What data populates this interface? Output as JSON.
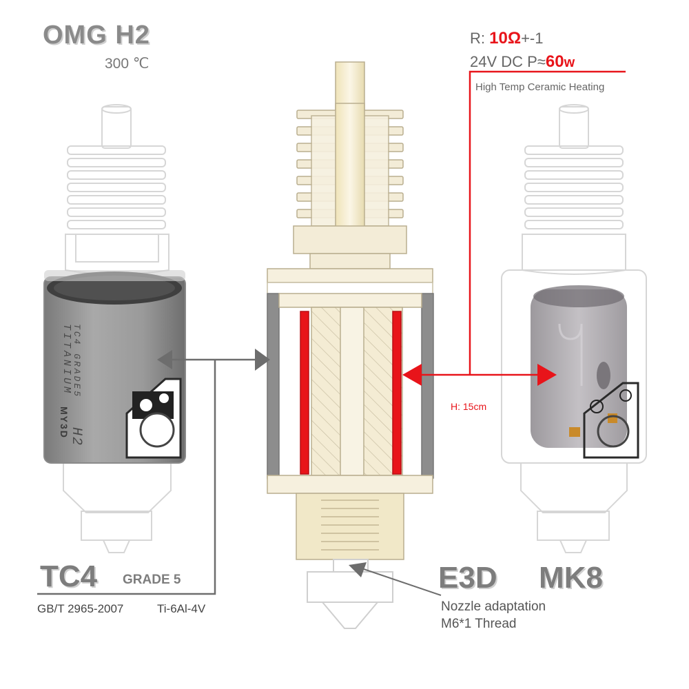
{
  "header": {
    "title": "OMG H2",
    "temperature": "300 ℃"
  },
  "heater": {
    "resistance_prefix": "R: ",
    "resistance_value": "10Ω",
    "resistance_suffix": "+-1",
    "power_prefix": "24V DC P≈",
    "power_value": "60",
    "power_unit": "w",
    "description": "High Temp Ceramic Heating",
    "height_label": "H: 15cm"
  },
  "material": {
    "name": "TC4",
    "grade": "GRADE 5",
    "standard": "GB/T 2965-2007",
    "alloy": "Ti-6Al-4V",
    "engraving_lines": [
      "TITANIUM",
      "TC4 GRADE5",
      "H2"
    ],
    "engraving_brand": "MY3D"
  },
  "nozzle": {
    "name": "E3D  MK8",
    "line1": "Nozzle adaptation",
    "line2": "M6*1 Thread"
  },
  "colors": {
    "accent_red": "#e8141a",
    "arrow_gray": "#6d6d6d",
    "sleeve_gray": "#8e8e8e",
    "brass": "#efe6cc"
  }
}
